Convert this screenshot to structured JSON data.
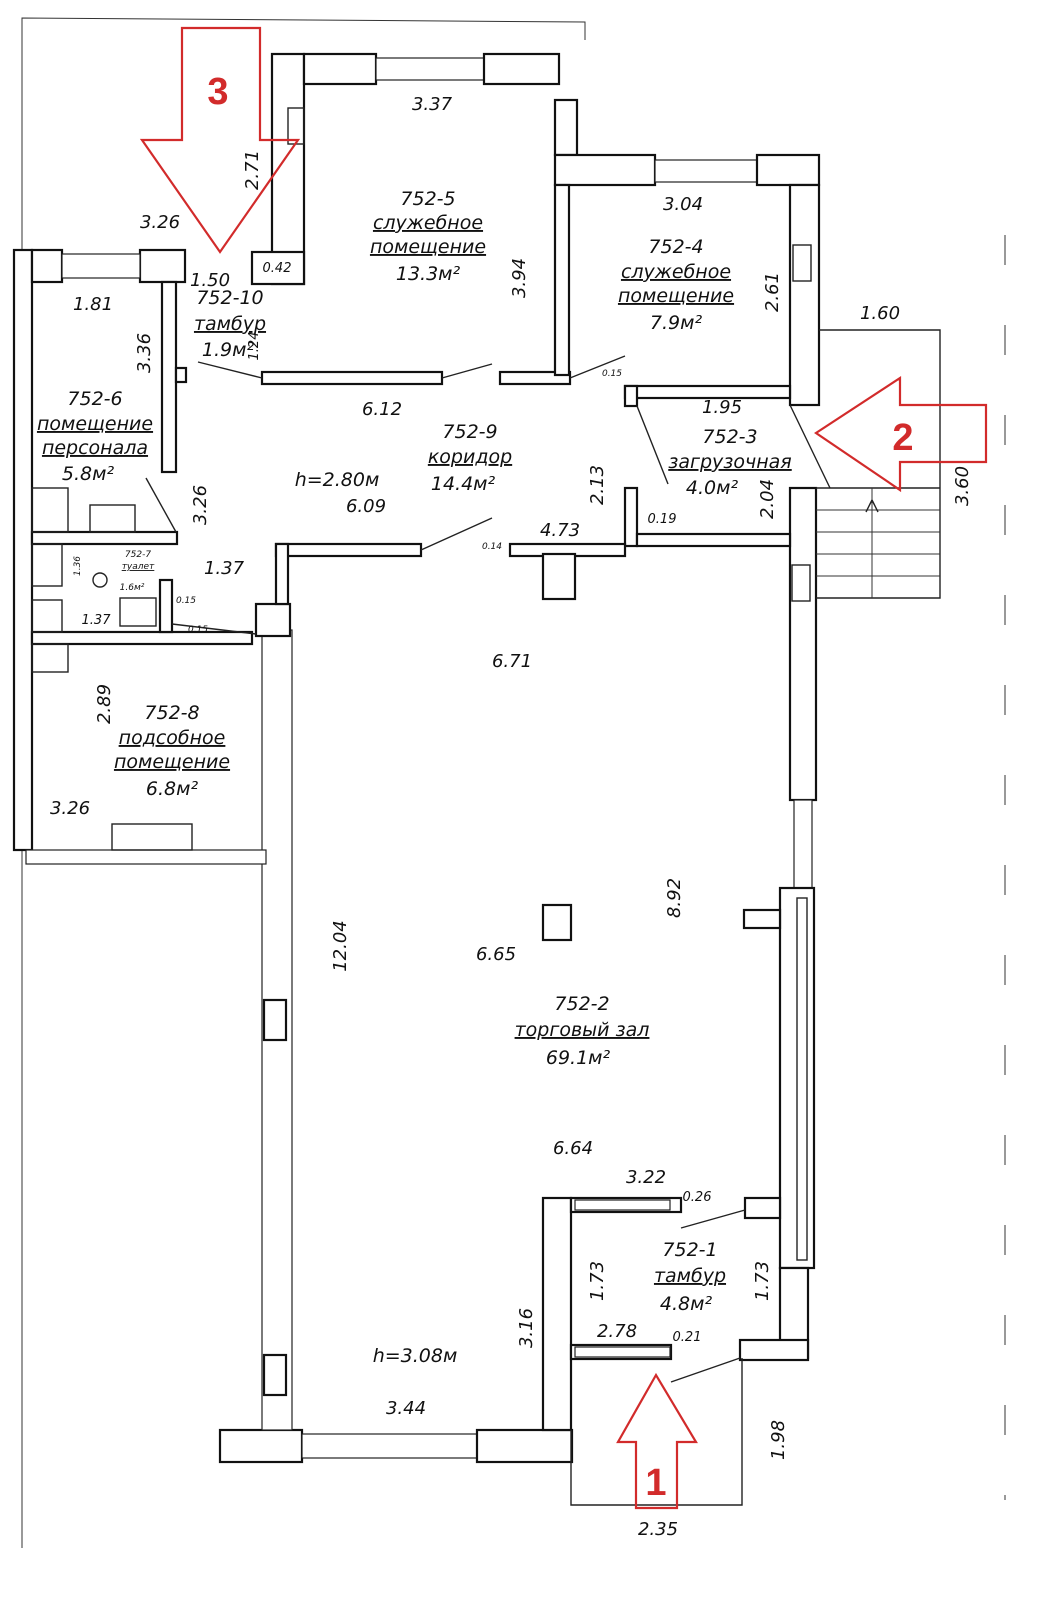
{
  "rooms": [
    {
      "id": "752-1",
      "name": "тамбур",
      "area": "4.8м²"
    },
    {
      "id": "752-2",
      "name": "торговый зал",
      "area": "69.1м²"
    },
    {
      "id": "752-3",
      "name": "загрузочная",
      "area": "4.0м²"
    },
    {
      "id": "752-4",
      "name_line1": "служебное",
      "name_line2": "помещение",
      "area": "7.9м²"
    },
    {
      "id": "752-5",
      "name_line1": "служебное",
      "name_line2": "помещение",
      "area": "13.3м²"
    },
    {
      "id": "752-6",
      "name_line1": "помещение",
      "name_line2": "персонала",
      "area": "5.8м²"
    },
    {
      "id": "752-7",
      "name": "туалет",
      "area": "1.6м²"
    },
    {
      "id": "752-8",
      "name_line1": "подсобное",
      "name_line2": "помещение",
      "area": "6.8м²"
    },
    {
      "id": "752-9",
      "name": "коридор",
      "area": "14.4м²"
    },
    {
      "id": "752-10",
      "name": "тамбур",
      "area": "1.9м²"
    }
  ],
  "heights": [
    "h=2.80м",
    "h=3.08м"
  ],
  "dimensions": [
    "3.37",
    "2.71",
    "3.26",
    "0.42",
    "1.50",
    "3.94",
    "3.04",
    "2.61",
    "1.60",
    "1.81",
    "3.36",
    "1.24",
    "6.12",
    "0.15",
    "1.95",
    "3.26",
    "6.09",
    "2.13",
    "2.04",
    "3.60",
    "4.73",
    "0.19",
    "0.14",
    "1.36",
    "1.37",
    "1.37",
    "0.15",
    "0.15",
    "6.71",
    "2.89",
    "3.26",
    "12.04",
    "8.92",
    "6.65",
    "6.64",
    "3.22",
    "0.26",
    "1.73",
    "1.73",
    "3.16",
    "2.78",
    "0.21",
    "3.44",
    "1.98",
    "2.35"
  ],
  "entrance_arrows": [
    {
      "label": "1",
      "color": "#d22b2b"
    },
    {
      "label": "2",
      "color": "#d22b2b"
    },
    {
      "label": "3",
      "color": "#d22b2b"
    }
  ]
}
